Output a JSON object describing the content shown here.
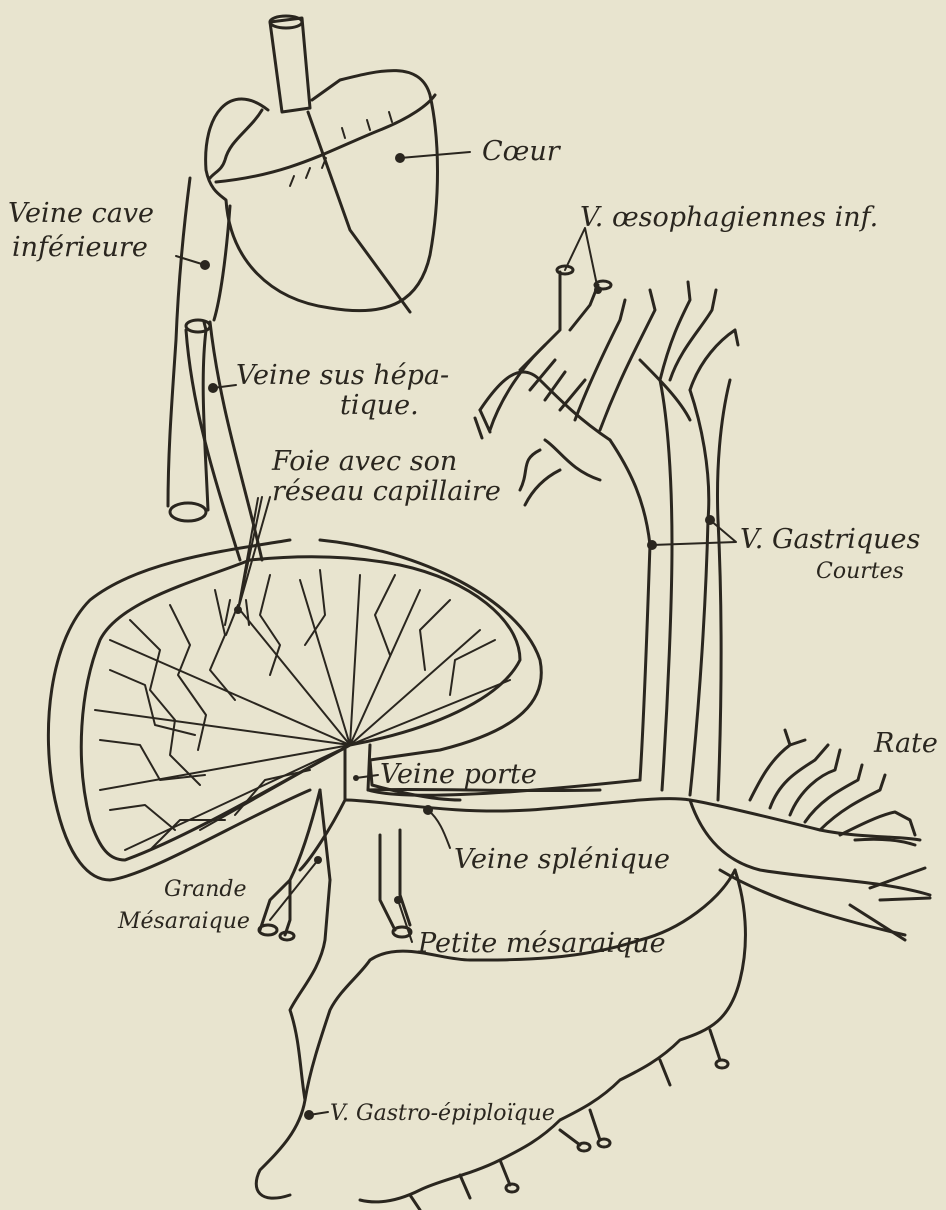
{
  "labels": {
    "coeur": "Cœur",
    "vci_1": "Veine cave",
    "vci_2": "inférieure",
    "vsh_1": "Veine sus hépa-",
    "vsh_2": "tique.",
    "foie_1": "Foie avec son",
    "foie_2": "réseau capillaire",
    "oeso": "V. œsophagiennes inf.",
    "gastr_1": "V. Gastriques",
    "gastr_2": "Courtes",
    "rate": "Rate",
    "porte": "Veine porte",
    "splen": "Veine splénique",
    "grande_1": "Grande",
    "grande_2": "Mésaraique",
    "petite": "Petite mésaraique",
    "gastro": "V. Gastro-épiploïque"
  }
}
